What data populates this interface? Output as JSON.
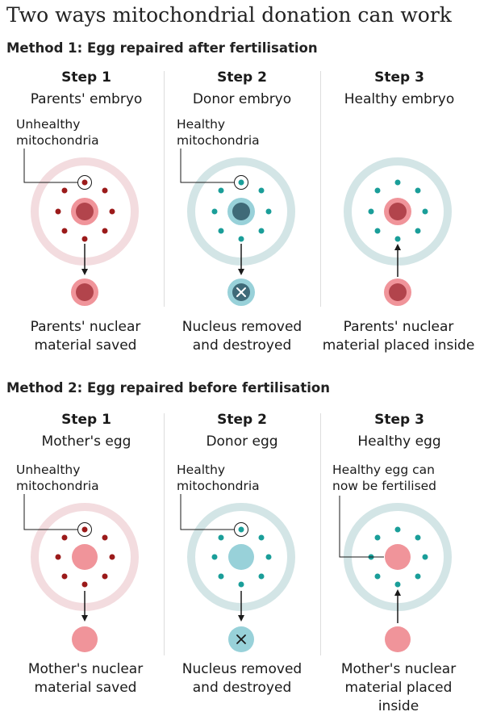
{
  "title": "Two ways mitochondrial donation can work",
  "colors": {
    "unhealthy_ring": "#f3dcdf",
    "healthy_ring": "#d3e5e6",
    "unhealthy_dot": "#9b1a1a",
    "healthy_dot": "#1a9e99",
    "nucleus_pink": "#f0949a",
    "nucleus_dark": "#b2444c",
    "nucleus_teal": "#98d1d9",
    "nucleus_teal_dark": "#3f6a78"
  },
  "methods": [
    {
      "title": "Method 1: Egg repaired after fertilisation",
      "steps": [
        {
          "label": "Step 1",
          "name": "Parents' embryo",
          "annotation": [
            "Unhealthy",
            "mitochondria"
          ],
          "caption": [
            "Parents' nuclear",
            "material saved"
          ]
        },
        {
          "label": "Step 2",
          "name": "Donor embryo",
          "annotation": [
            "Healthy",
            "mitochondria"
          ],
          "caption": [
            "Nucleus removed",
            "and destroyed"
          ]
        },
        {
          "label": "Step 3",
          "name": "Healthy embryo",
          "annotation": [],
          "caption": [
            "Parents' nuclear",
            "material placed inside"
          ]
        }
      ]
    },
    {
      "title": "Method 2: Egg repaired before fertilisation",
      "steps": [
        {
          "label": "Step 1",
          "name": "Mother's egg",
          "annotation": [
            "Unhealthy",
            "mitochondria"
          ],
          "caption": [
            "Mother's nuclear",
            "material saved"
          ]
        },
        {
          "label": "Step 2",
          "name": "Donor egg",
          "annotation": [
            "Healthy",
            "mitochondria"
          ],
          "caption": [
            "Nucleus removed",
            "and destroyed"
          ]
        },
        {
          "label": "Step 3",
          "name": "Healthy egg",
          "annotation": [
            "Healthy egg can",
            "now be fertilised"
          ],
          "caption": [
            "Mother's nuclear",
            "material placed",
            "inside"
          ]
        }
      ]
    }
  ]
}
